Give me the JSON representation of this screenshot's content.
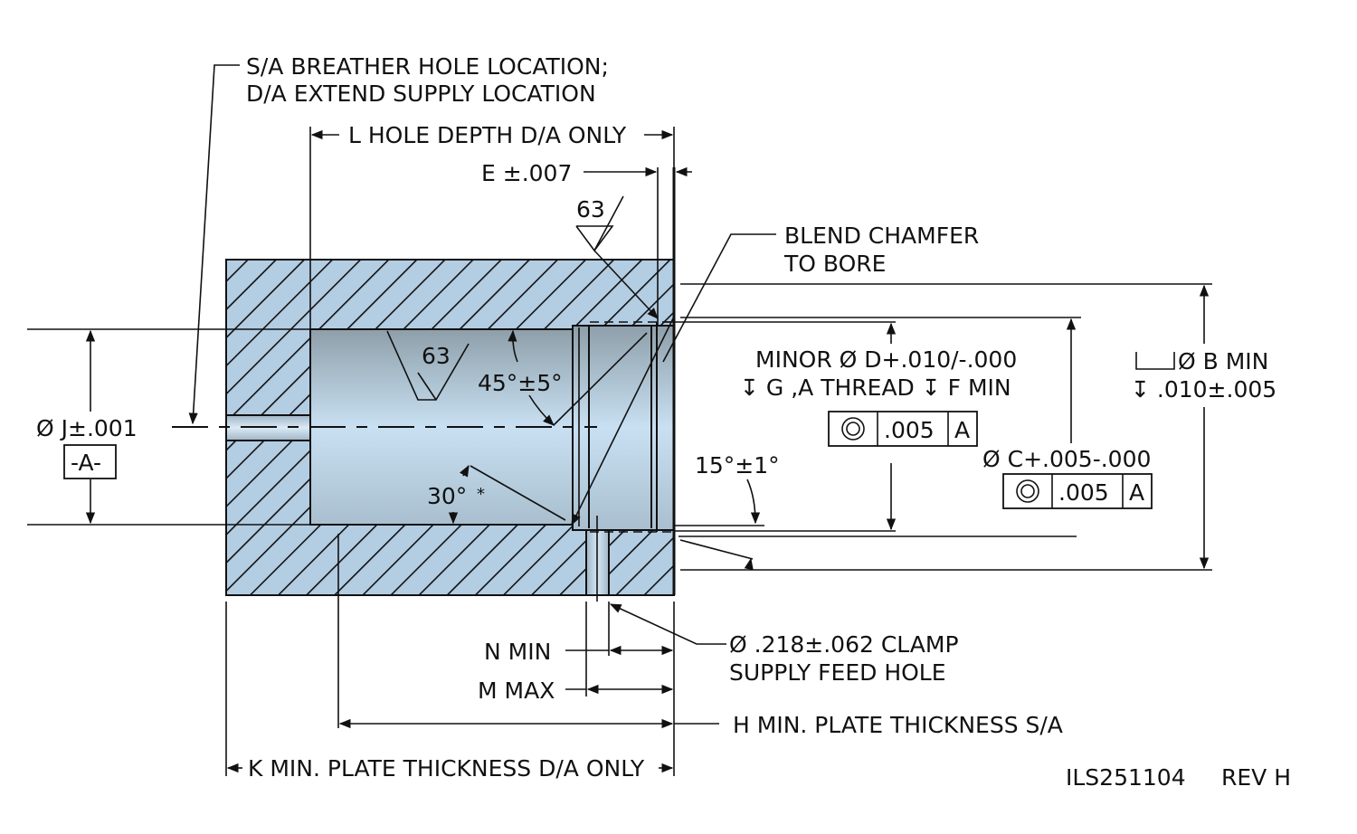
{
  "drawing": {
    "id": "ILS251104",
    "revision": "REV H",
    "colors": {
      "section_fill": "#b3cde3",
      "bore_fill_light": "#c6def0",
      "bore_fill_dark": "#8d9eab",
      "line": "#111111"
    }
  },
  "notes": {
    "breather_line1": "S/A BREATHER HOLE LOCATION;",
    "breather_line2": "D/A EXTEND SUPPLY LOCATION",
    "l_depth": "L HOLE DEPTH D/A ONLY",
    "e_dim": "E ±.007",
    "finish_top": "63",
    "finish_bore": "63",
    "blend_line1": "BLEND CHAMFER",
    "blend_line2": "TO BORE",
    "minor_line1": "MINOR Ø D+.010/-.000",
    "minor_line2": "↧ G ,A THREAD ↧  F MIN",
    "fcf1": {
      "symbol": "concentricity",
      "tolerance": ".005",
      "datum": "A"
    },
    "c_dim": "Ø C+.005-.000",
    "fcf2": {
      "symbol": "concentricity",
      "tolerance": ".005",
      "datum": "A"
    },
    "b_line1": "Ø B MIN",
    "b_line2": "↧ .010±.005",
    "j_dim": "Ø J±.001",
    "datum_a": "-A-",
    "angle_45": "45°±5°",
    "angle_30": "30°",
    "asterisk": "*",
    "angle_15": "15°±1°",
    "clamp_line1": "Ø .218±.062 CLAMP",
    "clamp_line2": "SUPPLY FEED HOLE",
    "n_min": "N MIN",
    "m_max": "M MAX",
    "h_min": "H MIN. PLATE THICKNESS S/A",
    "k_min": "K MIN. PLATE THICKNESS D/A ONLY"
  }
}
